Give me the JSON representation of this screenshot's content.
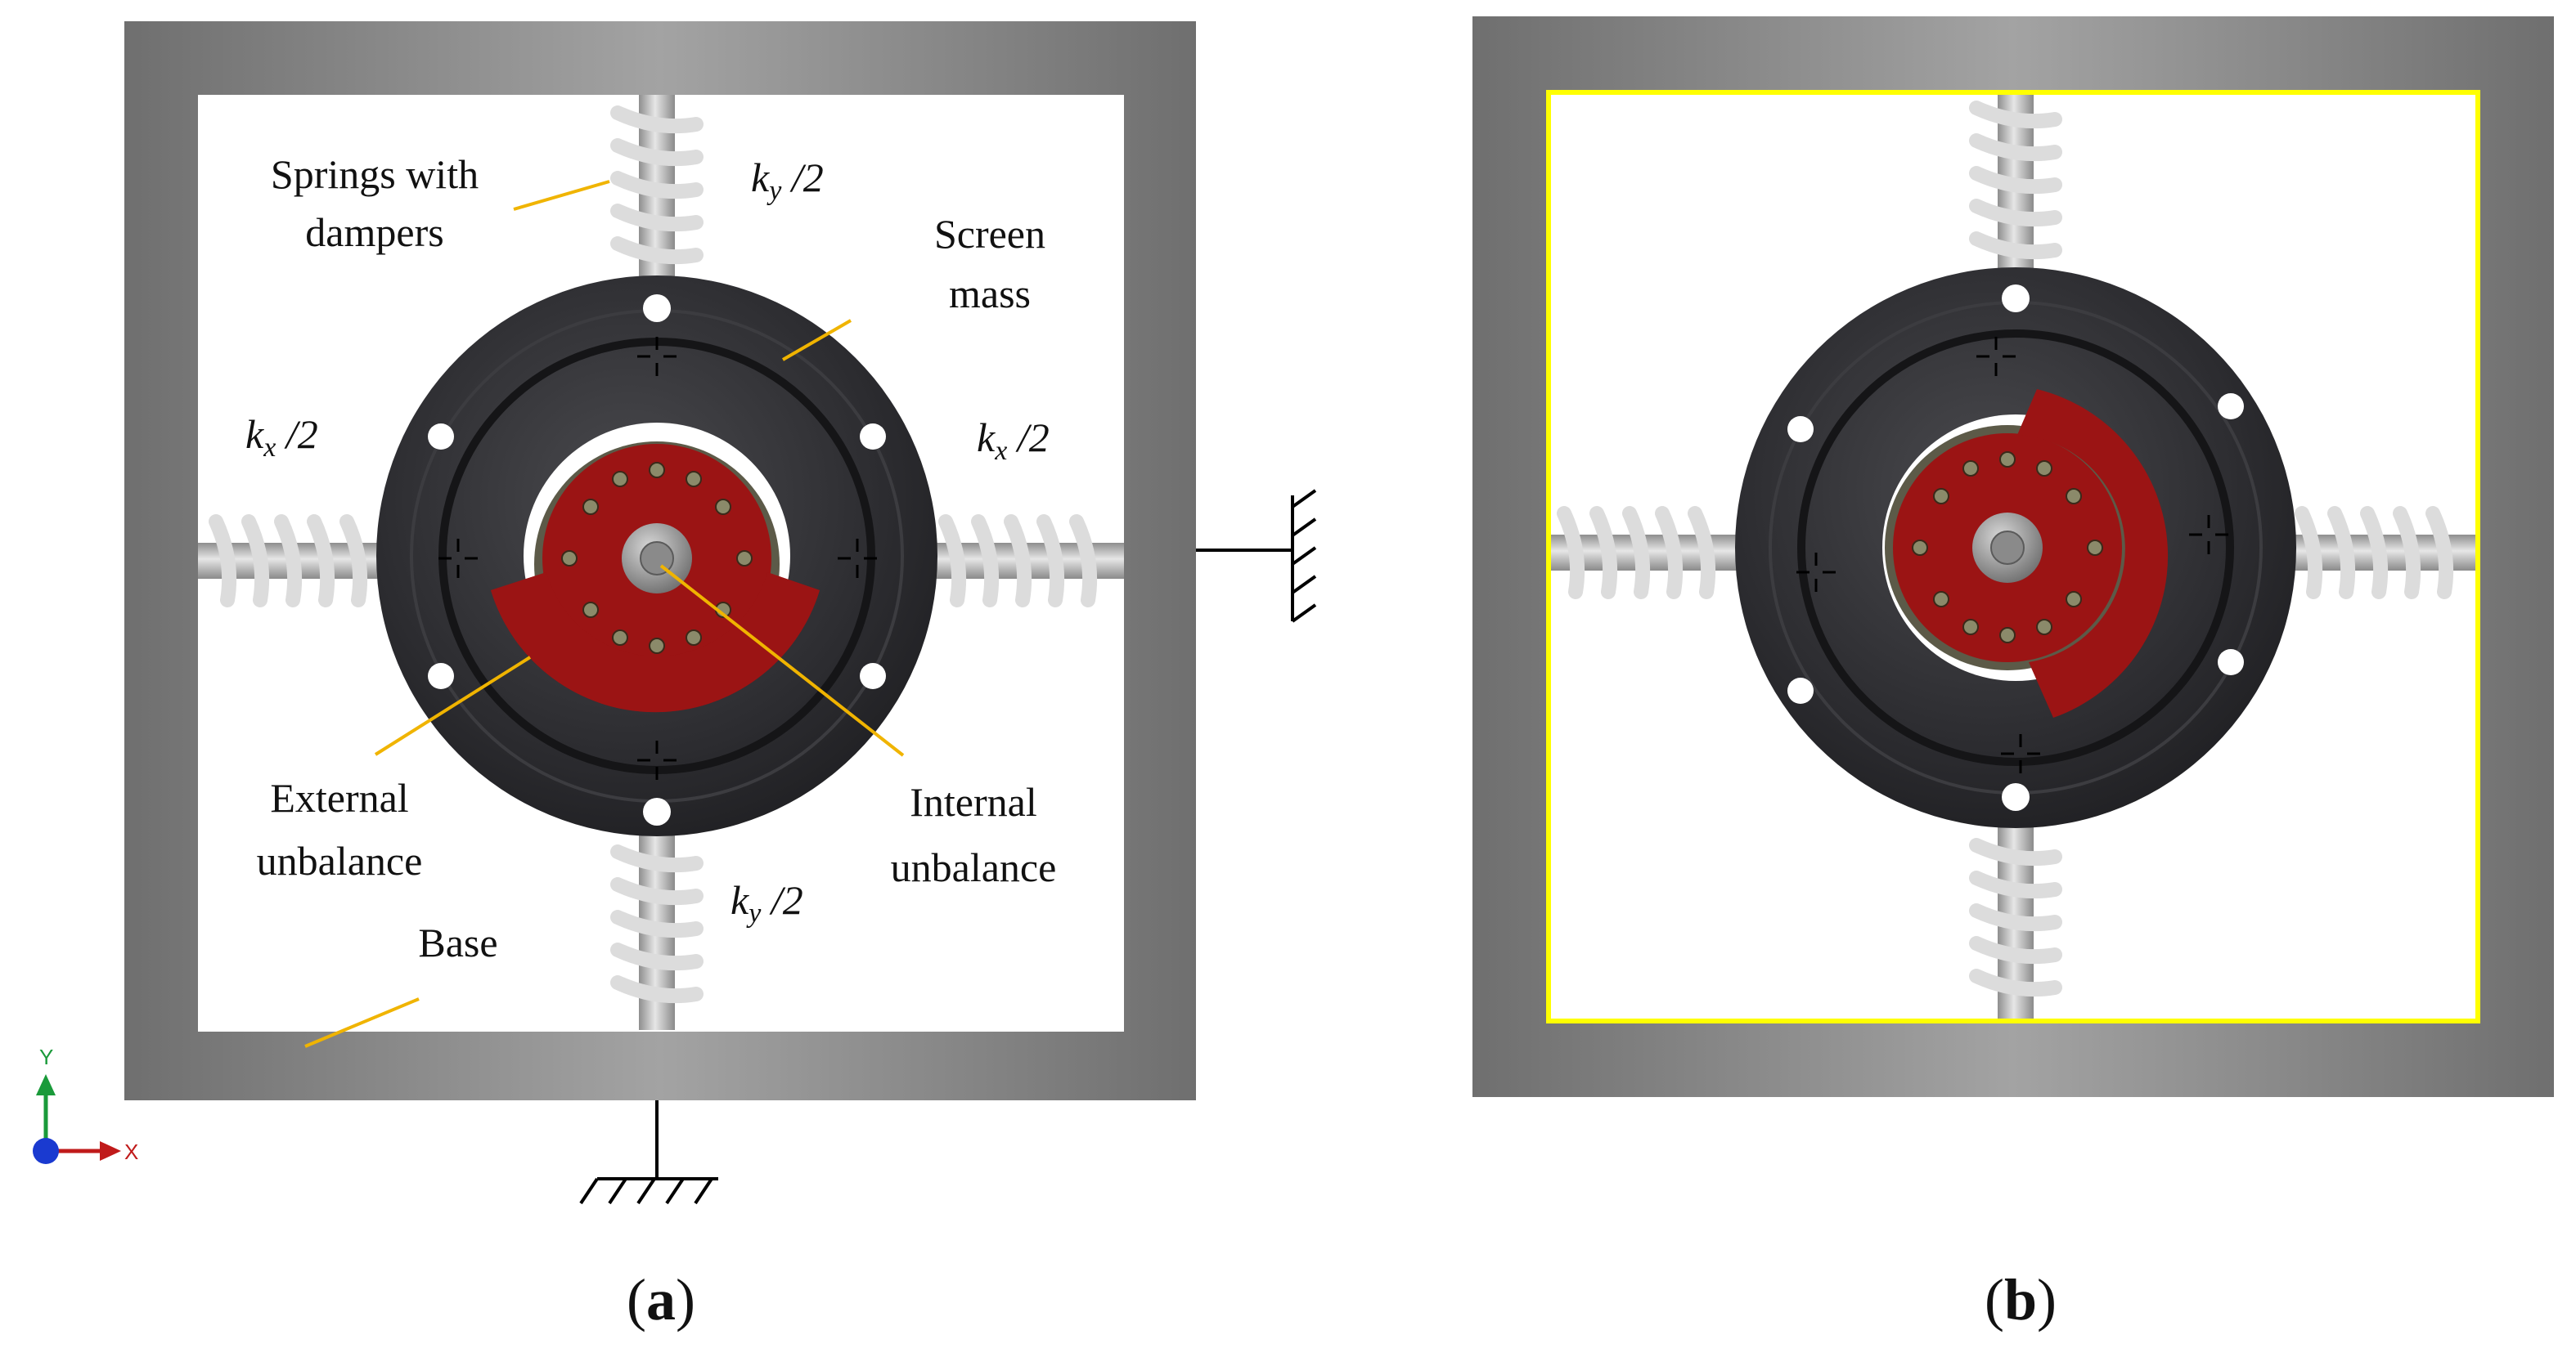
{
  "panel_a": {
    "labels": {
      "springs_line1": "Springs with",
      "springs_line2": "dampers",
      "screen_line1": "Screen",
      "screen_line2": "mass",
      "ky_top_k": "k",
      "ky_top_sub": "y",
      "ky_top_rest": " /2",
      "kx_left_k": "k",
      "kx_left_sub": "x",
      "kx_left_rest": " /2",
      "kx_right_k": "k",
      "kx_right_sub": "x",
      "kx_right_rest": " /2",
      "ky_bottom_k": "k",
      "ky_bottom_sub": "y",
      "ky_bottom_rest": " /2",
      "external_line1": "External",
      "external_line2": "unbalance",
      "internal_line1": "Internal",
      "internal_line2": "unbalance",
      "base": "Base"
    },
    "caption_open": "(",
    "caption_letter": "a",
    "caption_close": ")",
    "axis_y": "Y",
    "axis_x": "X"
  },
  "panel_b": {
    "caption_open": "(",
    "caption_letter": "b",
    "caption_close": ")"
  },
  "colors": {
    "frame": "#8a8a8a",
    "disc": "#2f2f33",
    "unbalance": "#9b1414",
    "spring": "#c4c4c4",
    "leader": "#f0b400",
    "highlight": "#ffff00"
  }
}
